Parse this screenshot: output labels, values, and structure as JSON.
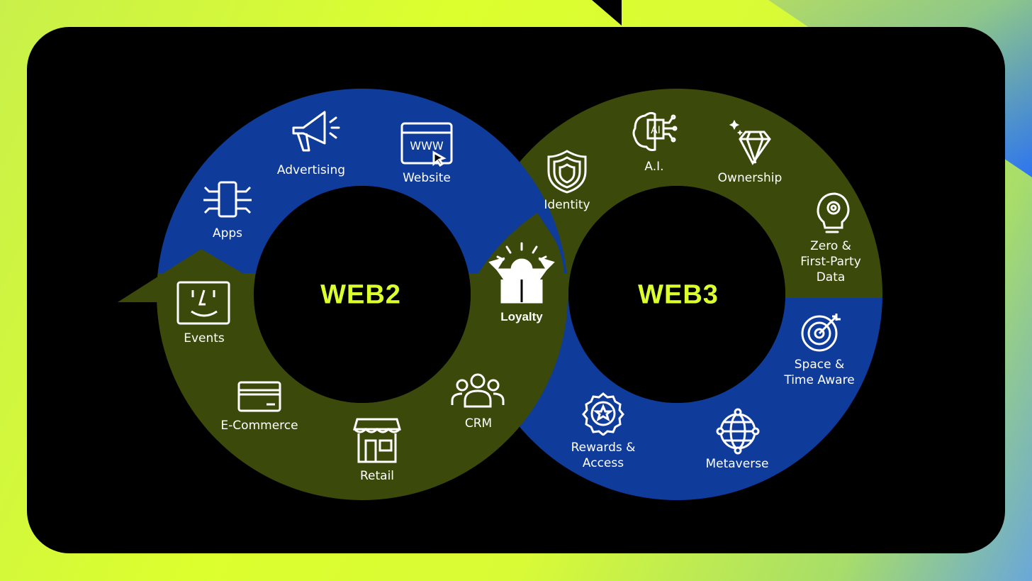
{
  "colors": {
    "blue": "#0f3b9b",
    "olive": "#3b4a0a",
    "accent": "#dcff2e",
    "card": "#000000"
  },
  "web2": {
    "title": "WEB2",
    "items": [
      {
        "label": "Advertising",
        "icon": "megaphone-icon"
      },
      {
        "label": "Website",
        "icon": "browser-www-icon"
      },
      {
        "label": "Apps",
        "icon": "smartphone-circuit-icon"
      },
      {
        "label": "Events",
        "icon": "face-screen-icon"
      },
      {
        "label": "E-Commerce",
        "icon": "credit-card-icon"
      },
      {
        "label": "Retail",
        "icon": "storefront-icon"
      },
      {
        "label": "CRM",
        "icon": "people-group-icon"
      }
    ]
  },
  "center": {
    "label": "Loyalty",
    "icon": "open-box-icon"
  },
  "web3": {
    "title": "WEB3",
    "items": [
      {
        "label": "Identity",
        "icon": "fingerprint-shield-icon"
      },
      {
        "label": "A.I.",
        "icon": "ai-chip-icon"
      },
      {
        "label": "Ownership",
        "icon": "diamond-icon"
      },
      {
        "label": "Zero &\nFirst-Party\nData",
        "icon": "lightbulb-gear-icon"
      },
      {
        "label": "Space &\nTime Aware",
        "icon": "target-icon"
      },
      {
        "label": "Metaverse",
        "icon": "globe-network-icon"
      },
      {
        "label": "Rewards &\nAccess",
        "icon": "star-badge-icon"
      }
    ]
  }
}
